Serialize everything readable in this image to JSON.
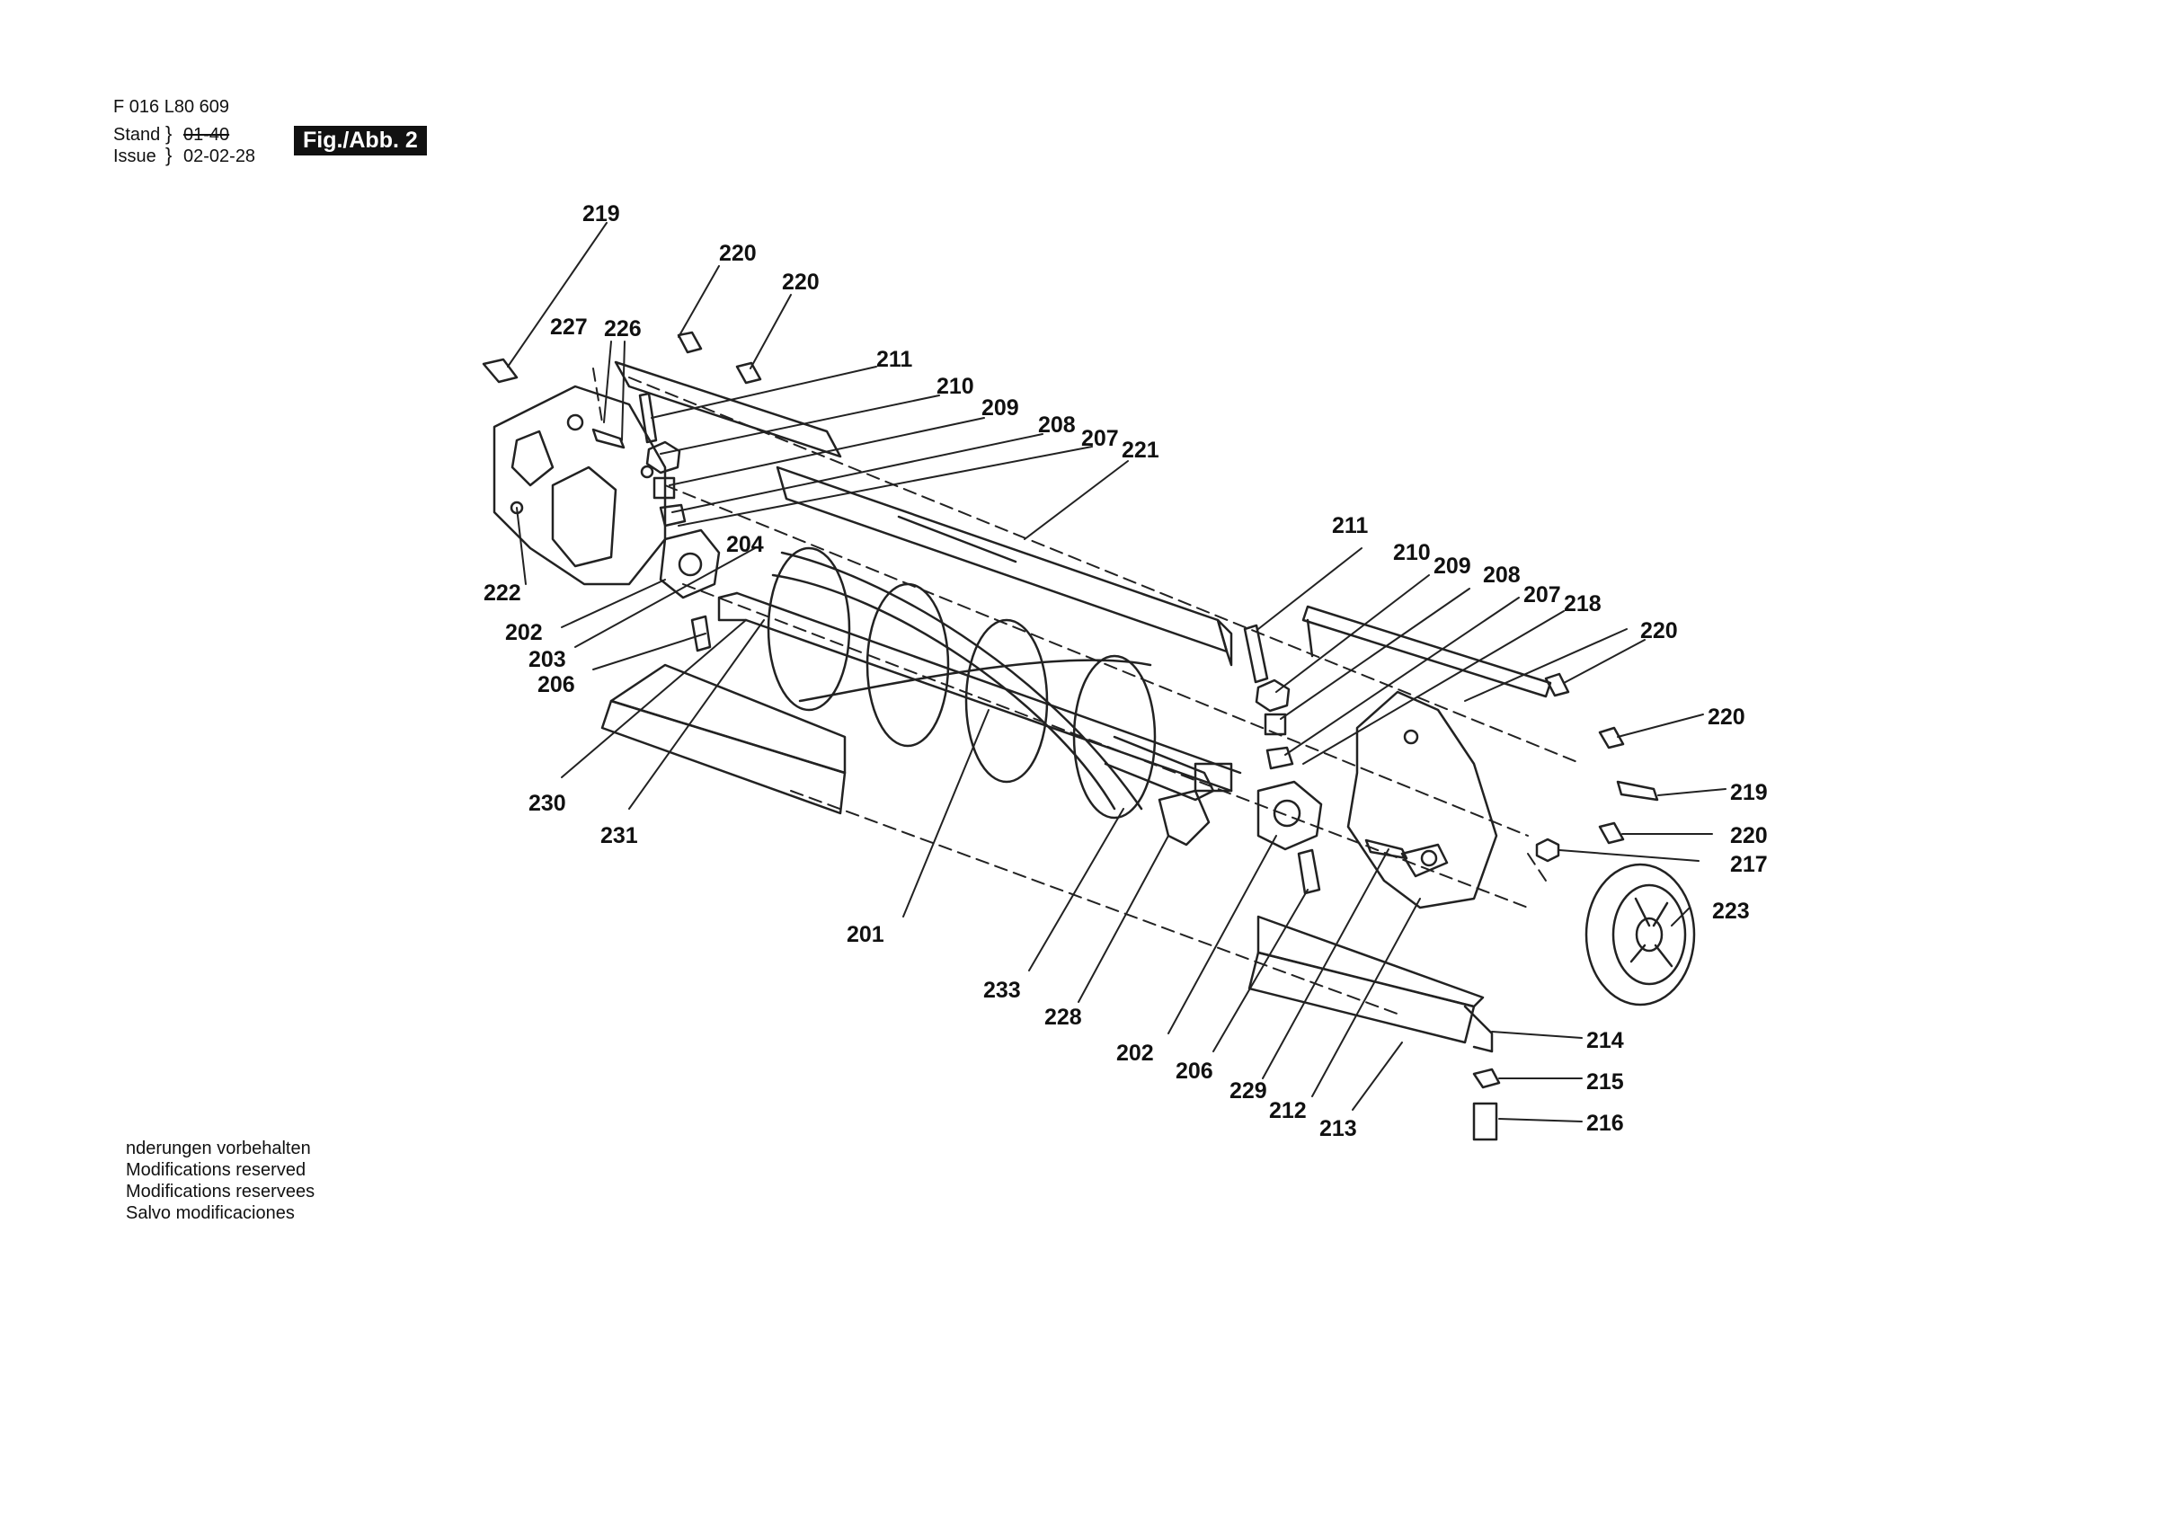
{
  "header": {
    "doc_number": "F 016 L80 609",
    "stand_label": "Stand",
    "issue_label": "Issue",
    "stand_value": "01-40",
    "issue_value": "02-02-28",
    "figure_label": "Fig./Abb. 2"
  },
  "callouts": {
    "c201": "201",
    "c202a": "202",
    "c202b": "202",
    "c203": "203",
    "c204": "204",
    "c206a": "206",
    "c206b": "206",
    "c207a": "207",
    "c207b": "207",
    "c208a": "208",
    "c208b": "208",
    "c209a": "209",
    "c209b": "209",
    "c210a": "210",
    "c210b": "210",
    "c211a": "211",
    "c211b": "211",
    "c212": "212",
    "c213": "213",
    "c214": "214",
    "c215": "215",
    "c216": "216",
    "c217": "217",
    "c218": "218",
    "c219a": "219",
    "c219b": "219",
    "c220a": "220",
    "c220b": "220",
    "c220c": "220",
    "c220d": "220",
    "c220e": "220",
    "c221": "221",
    "c222": "222",
    "c223": "223",
    "c226": "226",
    "c227": "227",
    "c228": "228",
    "c229": "229",
    "c230": "230",
    "c231": "231",
    "c233": "233"
  },
  "notes": [
    "nderungen vorbehalten",
    "Modifications reserved",
    "Modifications reservees",
    "Salvo modificaciones"
  ]
}
